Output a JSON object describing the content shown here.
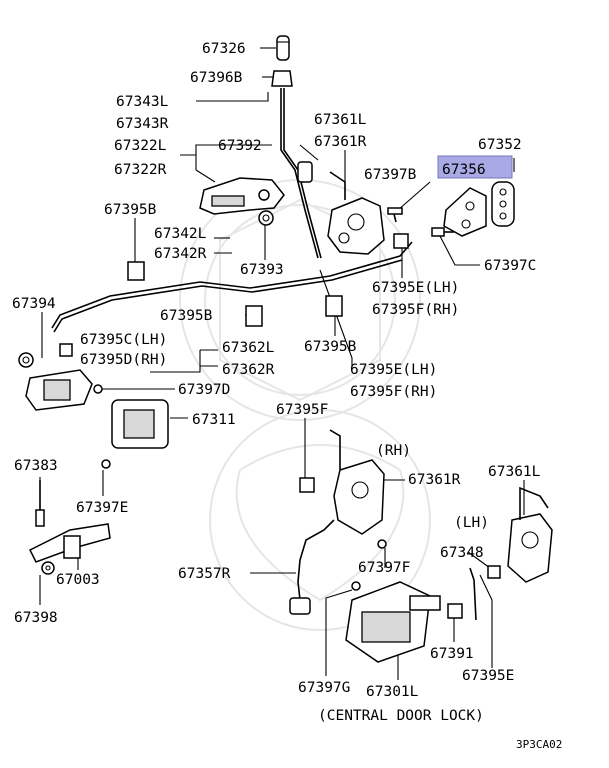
{
  "highlight_color": "#a9a9e6",
  "labels": {
    "p67326": "67326",
    "p67396B": "67396B",
    "p67343L": "67343L",
    "p67343R": "67343R",
    "p67322L": "67322L",
    "p67322R": "67322R",
    "p67392": "67392",
    "p67361L_top": "67361L",
    "p67361R_top": "67361R",
    "p67352": "67352",
    "p67356": "67356",
    "p67397B": "67397B",
    "p67395B_1": "67395B",
    "p67342L": "67342L",
    "p67342R": "67342R",
    "p67393": "67393",
    "p67397C": "67397C",
    "p67395E_LH_1": "67395E(LH)",
    "p67395F_RH_1": "67395F(RH)",
    "p67394": "67394",
    "p67395B_2": "67395B",
    "p67395C_LH": "67395C(LH)",
    "p67395D_RH": "67395D(RH)",
    "p67362L": "67362L",
    "p67362R": "67362R",
    "p67395B_3": "67395B",
    "p67395E_LH_2": "67395E(LH)",
    "p67395F_RH_2": "67395F(RH)",
    "p67397D": "67397D",
    "p67311": "67311",
    "p67395F": "67395F",
    "rh_note": "(RH)",
    "p67361R_mid": "67361R",
    "p67383": "67383",
    "p67361L_mid": "67361L",
    "p67397E": "67397E",
    "lh_note": "(LH)",
    "p67348": "67348",
    "p67003": "67003",
    "p67357R": "67357R",
    "p67397F": "67397F",
    "p67398": "67398",
    "p67391": "67391",
    "p67395E": "67395E",
    "p67397G": "67397G",
    "p67301L": "67301L",
    "central_lock": "(CENTRAL DOOR LOCK)",
    "diagram_code": "3P3CA02"
  }
}
